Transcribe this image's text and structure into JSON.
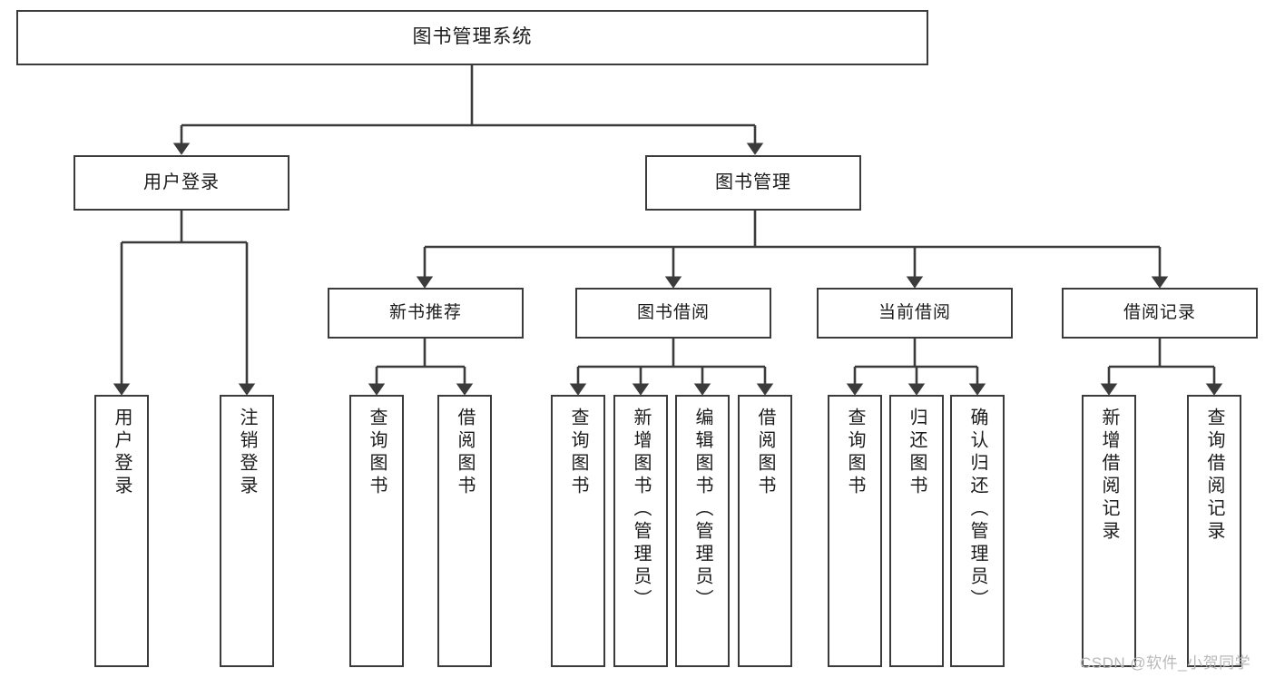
{
  "diagram": {
    "title": "图书管理系统",
    "type": "tree",
    "background_color": "#ffffff",
    "line_color": "#3b3b3b",
    "box_fill": "#ffffff",
    "text_color": "#1b1b1b"
  },
  "nodes": {
    "root": {
      "label": "图书管理系统",
      "level": 1
    },
    "level2": [
      {
        "id": "user-login",
        "label": "用户登录"
      },
      {
        "id": "book-manage",
        "label": "图书管理"
      }
    ],
    "level3": [
      {
        "id": "new-book-recommend",
        "label": "新书推荐"
      },
      {
        "id": "book-borrow",
        "label": "图书借阅"
      },
      {
        "id": "current-borrow",
        "label": "当前借阅"
      },
      {
        "id": "borrow-record",
        "label": "借阅记录"
      }
    ],
    "leaves": {
      "user-login": [
        {
          "id": "leaf-user-login",
          "label": "用户登录"
        },
        {
          "id": "leaf-logout",
          "label": "注销登录"
        }
      ],
      "new-book-recommend": [
        {
          "id": "leaf-query-book-1",
          "label": "查询图书"
        },
        {
          "id": "leaf-borrow-book-1",
          "label": "借阅图书"
        }
      ],
      "book-borrow": [
        {
          "id": "leaf-query-book-2",
          "label": "查询图书"
        },
        {
          "id": "leaf-add-book",
          "label": "新增图书（管理员）"
        },
        {
          "id": "leaf-edit-book",
          "label": "编辑图书（管理员）"
        },
        {
          "id": "leaf-borrow-book-2",
          "label": "借阅图书"
        }
      ],
      "current-borrow": [
        {
          "id": "leaf-query-book-3",
          "label": "查询图书"
        },
        {
          "id": "leaf-return-book",
          "label": "归还图书"
        },
        {
          "id": "leaf-confirm-return",
          "label": "确认归还（管理员）"
        }
      ],
      "borrow-record": [
        {
          "id": "leaf-add-record",
          "label": "新增借阅记录"
        },
        {
          "id": "leaf-query-record",
          "label": "查询借阅记录"
        }
      ]
    }
  },
  "watermark": {
    "text": "CSDN @软件_小贺同学"
  }
}
